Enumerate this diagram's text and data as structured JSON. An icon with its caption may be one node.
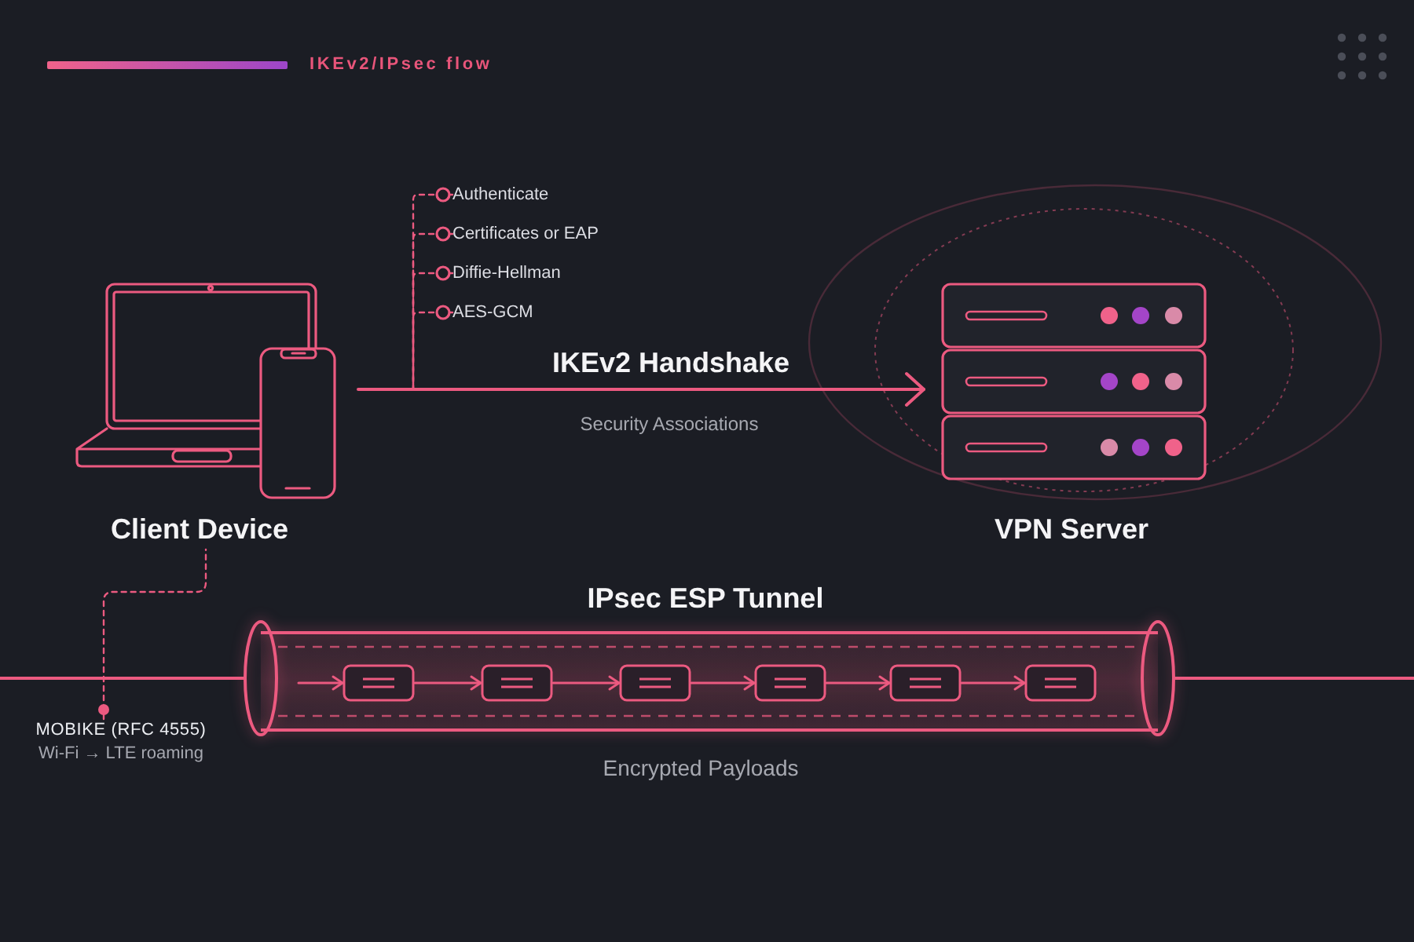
{
  "diagram": {
    "title": "IKEv2/IPsec flow",
    "nodes": [
      {
        "text": [
          "Authenticate"
        ]
      },
      {
        "text": [
          "Certificates or EAP"
        ]
      },
      {
        "text": [
          "Diffie-Hellman"
        ]
      },
      {
        "text": [
          "AES-GCM"
        ]
      },
      {
        "text": [
          "Client Device"
        ]
      },
      {
        "text": [
          "VPN Server"
        ]
      },
      {
        "text": [
          "IPsec ESP Tunnel"
        ],
        "beside": [
          "Encrypted Payloads"
        ]
      },
      {
        "text": [],
        "shape": "box",
        "in": 6
      },
      {
        "text": [],
        "shape": "box",
        "in": 6
      },
      {
        "text": [],
        "shape": "box",
        "in": 6
      },
      {
        "text": [],
        "shape": "box",
        "in": 6
      },
      {
        "text": [],
        "shape": "box",
        "in": 6
      },
      {
        "text": [],
        "shape": "box",
        "in": 6
      },
      {
        "text": [
          "MOBIKE (RFC 4555)",
          "Wi-Fi → LTE roaming"
        ]
      }
    ],
    "edges": [
      {
        "from": 4,
        "to": 5,
        "arrow": "to",
        "label": "IKEv2 Handshake"
      },
      {
        "from": 0,
        "to": null,
        "arrow": "other",
        "style": "dashed"
      },
      {
        "from": 1,
        "to": null,
        "arrow": "other",
        "style": "dashed"
      },
      {
        "from": 2,
        "to": null,
        "arrow": "other",
        "style": "dashed"
      },
      {
        "from": 3,
        "to": null,
        "arrow": "other",
        "style": "dashed"
      },
      {
        "from": null,
        "to": 6,
        "arrow": "none"
      },
      {
        "from": 6,
        "to": null,
        "arrow": "none"
      },
      {
        "from": null,
        "to": 7,
        "arrow": "to"
      },
      {
        "from": 7,
        "to": 8,
        "arrow": "to"
      },
      {
        "from": 8,
        "to": 9,
        "arrow": "to"
      },
      {
        "from": 9,
        "to": 10,
        "arrow": "to"
      },
      {
        "from": 10,
        "to": 11,
        "arrow": "to"
      },
      {
        "from": 11,
        "to": 12,
        "arrow": "to"
      },
      {
        "from": 13,
        "to": 4,
        "arrow": "other",
        "style": "dashed"
      }
    ],
    "labels": [
      "Security Associations"
    ]
  }
}
